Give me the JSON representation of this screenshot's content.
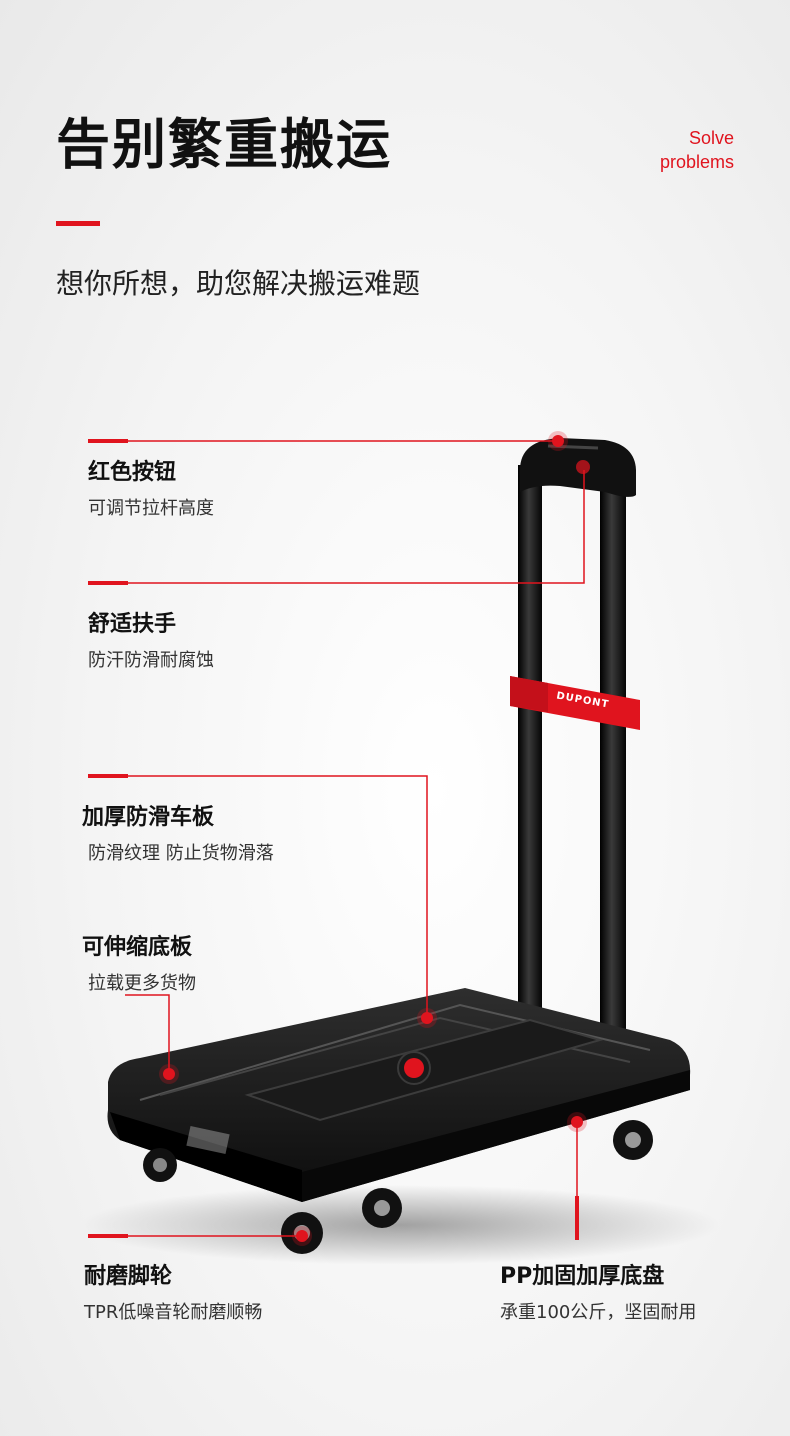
{
  "header": {
    "title": "告别繁重搬运",
    "tag_line1": "Solve",
    "tag_line2": "problems",
    "subtitle": "想你所想，助您解决搬运难题"
  },
  "product": {
    "brand_badge": "DUPONT"
  },
  "features": [
    {
      "title": "红色按钮",
      "desc": "可调节拉杆高度"
    },
    {
      "title": "舒适扶手",
      "desc": "防汗防滑耐腐蚀"
    },
    {
      "title": "加厚防滑车板",
      "desc": "防滑纹理 防止货物滑落"
    },
    {
      "title": "可伸缩底板",
      "desc": "拉载更多货物"
    },
    {
      "title": "耐磨脚轮",
      "desc": "TPR低噪音轮耐磨顺畅"
    },
    {
      "title": "PP加固加厚底盘",
      "desc": "承重100公斤，坚固耐用"
    }
  ],
  "colors": {
    "accent": "#e0141e",
    "body": "#111111"
  }
}
